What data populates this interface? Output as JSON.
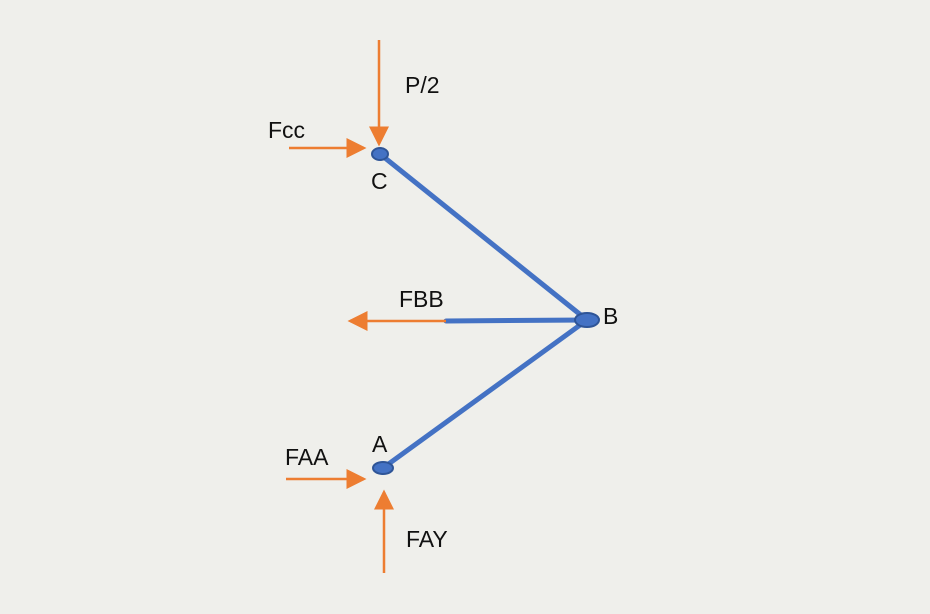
{
  "colors": {
    "member": "#4472c4",
    "member_stroke": "#2f5597",
    "force_arrow": "#ed7d31",
    "background": "#efefeb",
    "text": "#111111"
  },
  "nodes": {
    "a": {
      "label": "A"
    },
    "b": {
      "label": "B"
    },
    "c": {
      "label": "C"
    }
  },
  "forces": {
    "p_half": {
      "label": "P/2"
    },
    "fcc": {
      "label": "Fcc"
    },
    "fbb": {
      "label": "FBB"
    },
    "faa": {
      "label": "FAA"
    },
    "fay": {
      "label": "FAY"
    }
  }
}
